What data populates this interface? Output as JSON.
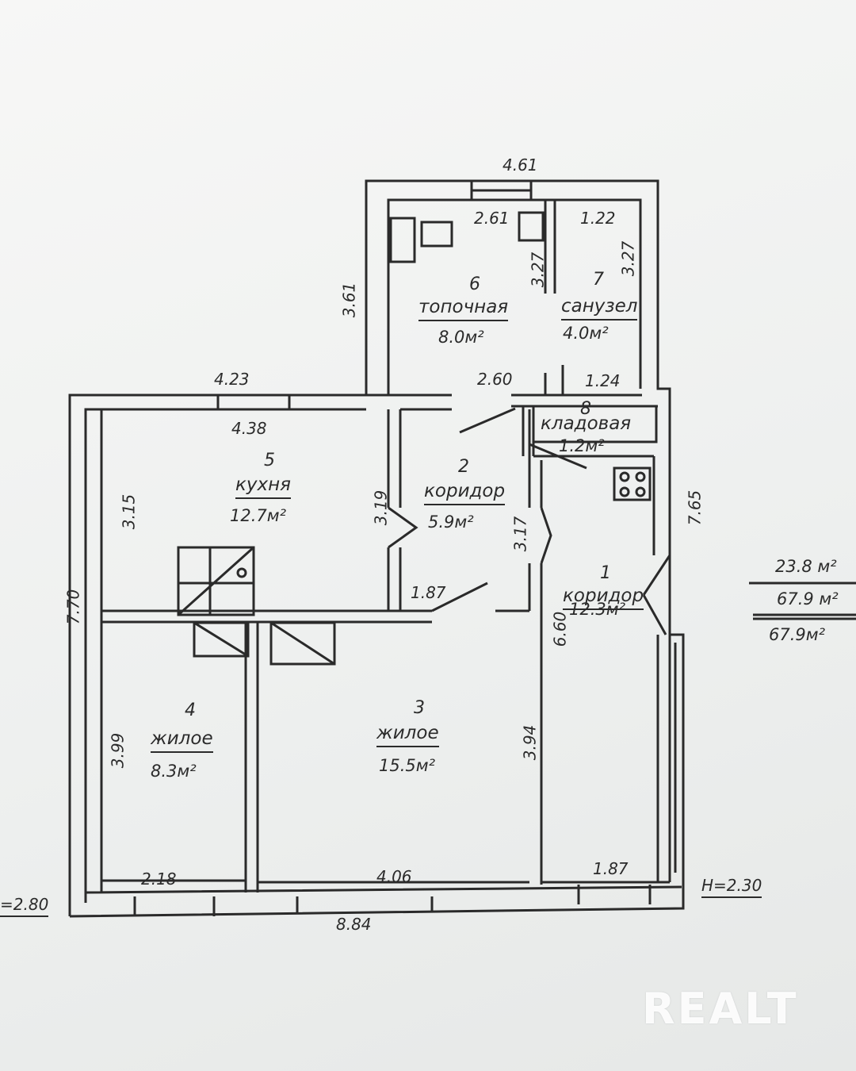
{
  "rooms": [
    {
      "num": "1",
      "name": "коридор",
      "area": "12.3м²"
    },
    {
      "num": "2",
      "name": "коридор",
      "area": "5.9м²"
    },
    {
      "num": "3",
      "name": "жилое",
      "area": "15.5м²"
    },
    {
      "num": "4",
      "name": "жилое",
      "area": "8.3м²"
    },
    {
      "num": "5",
      "name": "кухня",
      "area": "12.7м²"
    },
    {
      "num": "6",
      "name": "топочная",
      "area": "8.0м²"
    },
    {
      "num": "7",
      "name": "санузел",
      "area": "4.0м²"
    },
    {
      "num": "8",
      "name": "кладовая",
      "area": "1.2м²"
    }
  ],
  "dimensions": {
    "top_boiler_width": "4.61",
    "boiler_inner_width": "2.61",
    "bath_width": "1.22",
    "boiler_depth_outer": "3.61",
    "boiler_depth_inner": "3.27",
    "bath_depth": "3.27",
    "kitchen_outer_width": "4.23",
    "kitchen_inner_width": "4.38",
    "corridor_top_width": "2.60",
    "storage_width": "1.24",
    "kitchen_depth": "3.15",
    "kitchen_right_depth": "3.19",
    "corridor2_depth": "3.17",
    "right_outer_depth": "7.65",
    "corridor2_bottom_width": "1.87",
    "left_outer_depth": "7.70",
    "room4_depth": "3.99",
    "room3_depth": "3.94",
    "corridor1_depth": "6.60",
    "room4_width": "2.18",
    "room3_width": "4.06",
    "corridor1_width": "1.87",
    "total_width": "8.84"
  },
  "heights": {
    "left": "=2.80",
    "right": "H=2.30"
  },
  "totals": [
    "23.8 м²",
    "67.9 м²",
    "67.9м²"
  ],
  "watermark": "REALT"
}
